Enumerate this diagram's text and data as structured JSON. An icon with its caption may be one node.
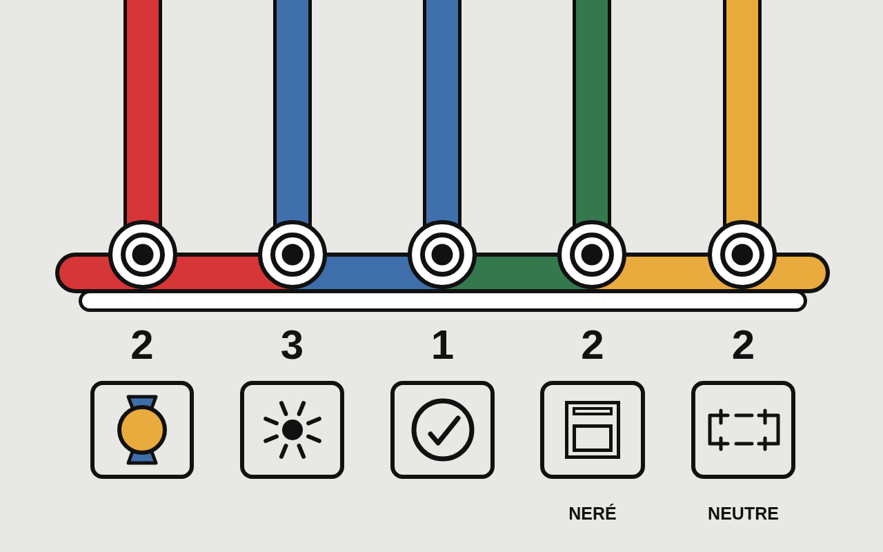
{
  "diagram": {
    "nodes": [
      {
        "text": [],
        "shape": "circle"
      },
      {
        "text": [],
        "shape": "circle"
      },
      {
        "text": [],
        "shape": "circle"
      },
      {
        "text": [],
        "shape": "circle"
      },
      {
        "text": [],
        "shape": "circle"
      },
      {
        "text": [
          "2"
        ]
      },
      {
        "text": [
          "3"
        ]
      },
      {
        "text": [
          "1"
        ]
      },
      {
        "text": [
          "2"
        ],
        "beside": [
          "NERÉ"
        ]
      },
      {
        "text": [
          "2"
        ],
        "beside": [
          "NEUTRE"
        ]
      }
    ],
    "edges": [
      {
        "from": null,
        "to": 0,
        "arrow": "none",
        "color": "#d63638"
      },
      {
        "from": null,
        "to": 1,
        "arrow": "none",
        "color": "#3f6fab"
      },
      {
        "from": null,
        "to": 2,
        "arrow": "none",
        "color": "#3f6fab"
      },
      {
        "from": null,
        "to": 3,
        "arrow": "none",
        "color": "#35784e"
      },
      {
        "from": null,
        "to": 4,
        "arrow": "none",
        "color": "#e9aa3e"
      }
    ]
  }
}
